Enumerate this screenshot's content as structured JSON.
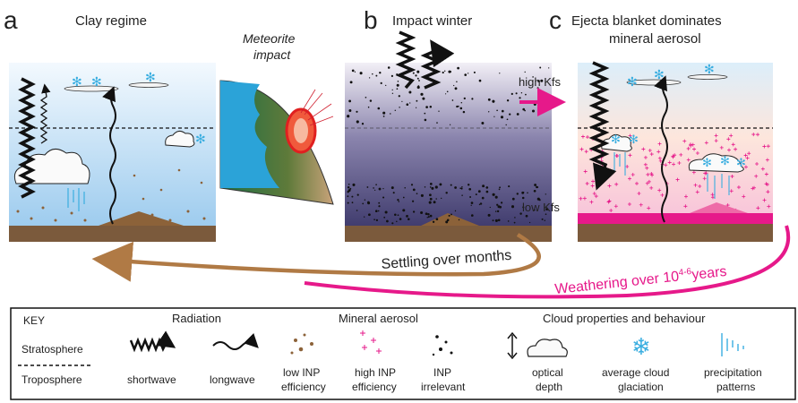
{
  "panels": {
    "a": {
      "letter": "a",
      "title": "Clay regime"
    },
    "meteorite": {
      "title_line1": "Meteorite",
      "title_line2": "impact"
    },
    "b": {
      "letter": "b",
      "title": "Impact winter"
    },
    "c": {
      "letter": "c",
      "title_line1": "Ejecta blanket dominates",
      "title_line2": "mineral aerosol"
    }
  },
  "transitions": {
    "high": "high Kfs",
    "low": "low Kfs",
    "settling": "Settling over months",
    "weathering_prefix": "Weathering over 10",
    "weathering_exp": "4-6",
    "weathering_suffix": "years"
  },
  "key": {
    "title": "KEY",
    "stratosphere": "Stratosphere",
    "troposphere": "Troposphere",
    "radiation": "Radiation",
    "shortwave": "shortwave",
    "longwave": "longwave",
    "mineral_aerosol": "Mineral aerosol",
    "low_inp_1": "low INP",
    "low_inp_2": "efficiency",
    "high_inp_1": "high INP",
    "high_inp_2": "efficiency",
    "inp_irr_1": "INP",
    "inp_irr_2": "irrelevant",
    "cloud_props": "Cloud properties and behaviour",
    "optical_1": "optical",
    "optical_2": "depth",
    "glaciation_1": "average cloud",
    "glaciation_2": "glaciation",
    "precip_1": "precipitation",
    "precip_2": "patterns"
  },
  "colors": {
    "sky_light": "#e3f1fb",
    "sky_blue": "#a9d3f2",
    "impact_sky_top": "#ece8f2",
    "impact_sky_bottom": "#4a4478",
    "ground": "#7b5a3c",
    "pink": "#e6198a",
    "cyan": "#3aaee0",
    "arrow_brown": "#b07a45"
  }
}
